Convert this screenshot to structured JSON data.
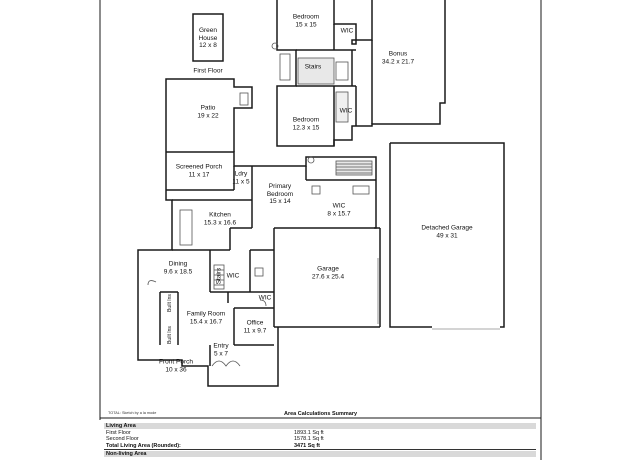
{
  "rooms": {
    "green_house": [
      "Green",
      "House",
      "12 x 8"
    ],
    "first_floor": "First Floor",
    "patio": [
      "Patio",
      "19 x 22"
    ],
    "screened_porch": [
      "Screened Porch",
      "11 x 17"
    ],
    "laundry": [
      "Ldry",
      "11 x 5"
    ],
    "primary_bedroom": [
      "Primary",
      "Bedroom",
      "15 x 14"
    ],
    "wic_primary": [
      "WIC",
      "8 x 15.7"
    ],
    "kitchen": [
      "Kitchen",
      "15.3 x 16.6"
    ],
    "dining": [
      "Dining",
      "9.6 x 18.5"
    ],
    "stairs_first": "Stairs",
    "wic_first_a": "WIC",
    "wic_first_b": "WIC",
    "garage": [
      "Garage",
      "27.6 x 25.4"
    ],
    "detached_garage": [
      "Detached Garage",
      "49 x 31"
    ],
    "built_ins_top": "Built Ins",
    "built_ins_bottom": "Built Ins",
    "family_room": [
      "Family Room",
      "15.4 x 16.7"
    ],
    "office": [
      "Office",
      "11 x 9.7"
    ],
    "entry": [
      "Entry",
      "5 x 7"
    ],
    "front_porch": [
      "Front Porch",
      "10 x 36"
    ],
    "bedroom_top": [
      "Bedroom",
      "15 x 15"
    ],
    "wic_top": "WIC",
    "stairs_second": "Stairs",
    "bonus": [
      "Bonus",
      "34.2 x 21.7"
    ],
    "wic_second": "WIC",
    "bedroom_bottom": [
      "Bedroom",
      "12.3 x 15"
    ]
  },
  "footer": {
    "scale_note": "TOTAL: Sketch by a la mode",
    "title": "Area Calculations Summary",
    "rows": [
      {
        "label": "Living Area",
        "value": "",
        "style": "header"
      },
      {
        "label": "First Floor",
        "value": "1893.1 Sq ft",
        "style": "normal"
      },
      {
        "label": "Second Floor",
        "value": "1578.1 Sq ft",
        "style": "normal"
      },
      {
        "label": "Total Living Area (Rounded):",
        "value": "3471 Sq ft",
        "style": "bold"
      },
      {
        "label": "Non-living Area",
        "value": "",
        "style": "header"
      }
    ]
  },
  "colors": {
    "wall": "#1a1a1a",
    "fixture": "#555555",
    "shade": "#d9d9d9"
  }
}
